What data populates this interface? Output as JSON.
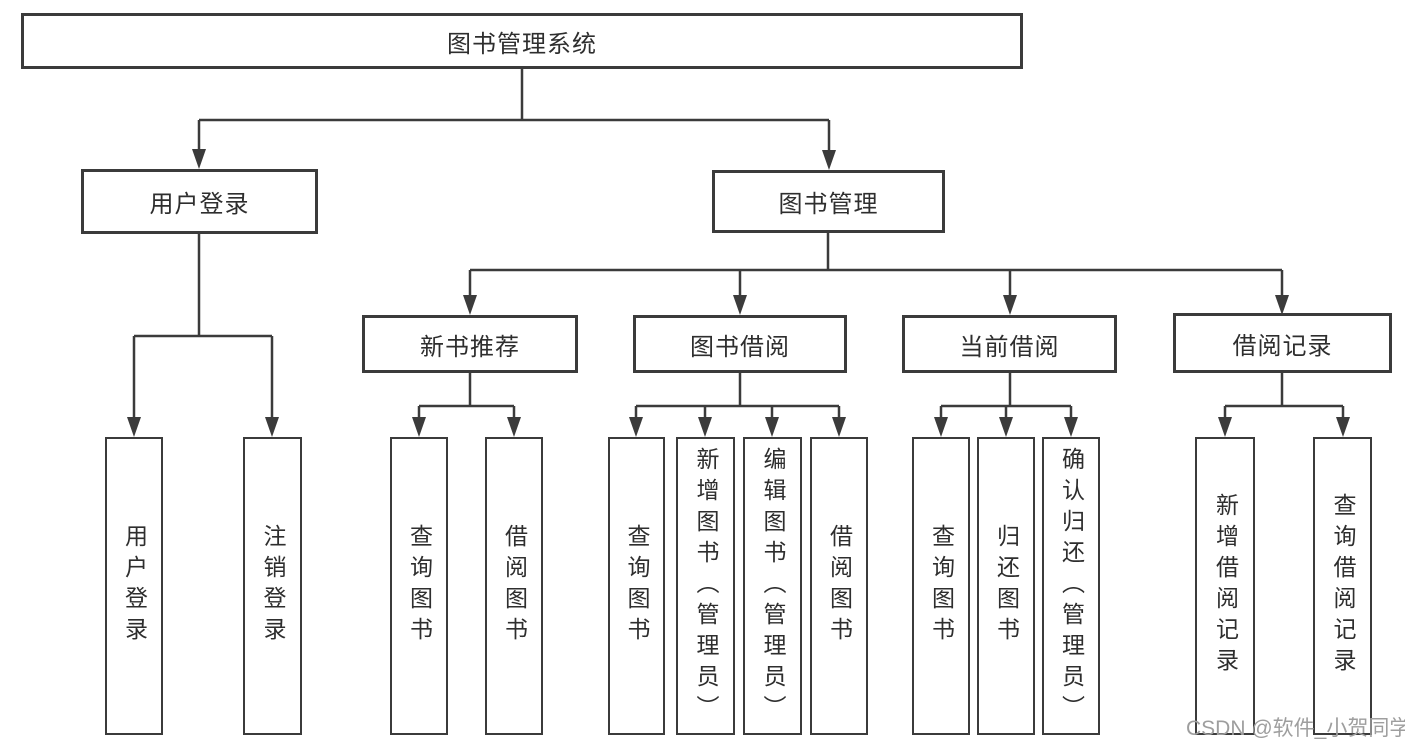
{
  "tree": {
    "root": {
      "label": "图书管理系统",
      "children": [
        {
          "label": "用户登录",
          "children": [
            {
              "label": "用户登录"
            },
            {
              "label": "注销登录"
            }
          ]
        },
        {
          "label": "图书管理",
          "children": [
            {
              "label": "新书推荐",
              "children": [
                {
                  "label": "查询图书"
                },
                {
                  "label": "借阅图书"
                }
              ]
            },
            {
              "label": "图书借阅",
              "children": [
                {
                  "label": "查询图书"
                },
                {
                  "label": "新增图书（管理员）"
                },
                {
                  "label": "编辑图书（管理员）"
                },
                {
                  "label": "借阅图书"
                }
              ]
            },
            {
              "label": "当前借阅",
              "children": [
                {
                  "label": "查询图书"
                },
                {
                  "label": "归还图书"
                },
                {
                  "label": "确认归还（管理员）"
                }
              ]
            },
            {
              "label": "借阅记录",
              "children": [
                {
                  "label": "新增借阅记录"
                },
                {
                  "label": "查询借阅记录"
                }
              ]
            }
          ]
        }
      ]
    }
  },
  "watermark": {
    "text": "CSDN @软件_小贺同学",
    "color": "#9e9e9e"
  },
  "colors": {
    "line": "#3b3b3b",
    "text": "#2e2e2e",
    "background": "#ffffff"
  }
}
